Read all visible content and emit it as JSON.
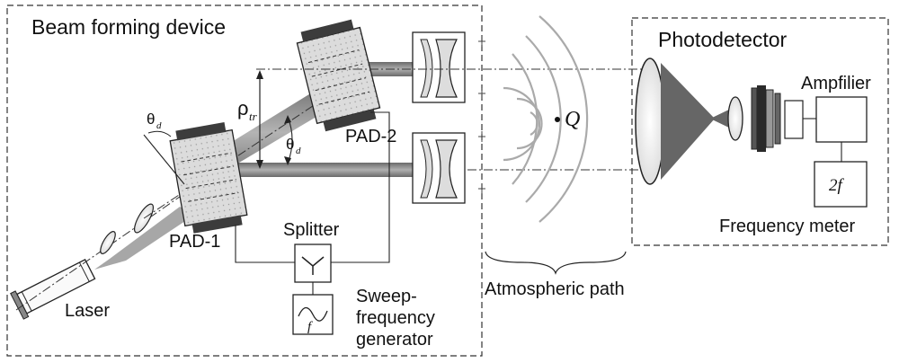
{
  "boxes": {
    "beam_forming": "Beam forming device",
    "photodetector": "Photodetector"
  },
  "components": {
    "pad1": "PAD-1",
    "pad2": "PAD-2",
    "splitter": "Splitter",
    "sweep_line1": "Sweep-",
    "sweep_line2": "frequency",
    "sweep_line3": "generator",
    "laser": "Laser",
    "amplifier": "Ampfilier",
    "frequency_meter": "Frequency meter",
    "freq_box_symbol": "2f",
    "generator_symbol": "f"
  },
  "symbols": {
    "theta_d": "θ",
    "theta_sub": "d",
    "rho": "ρ",
    "rho_sub": "tr",
    "point_q": "Q"
  },
  "path": {
    "label": "Atmospheric path"
  },
  "colors": {
    "beam": "#8a8a8a",
    "crystal_fill": "#e2e2e2",
    "electrode": "#3c3c3c",
    "wave": "#aaaaaa",
    "line": "#222222"
  }
}
